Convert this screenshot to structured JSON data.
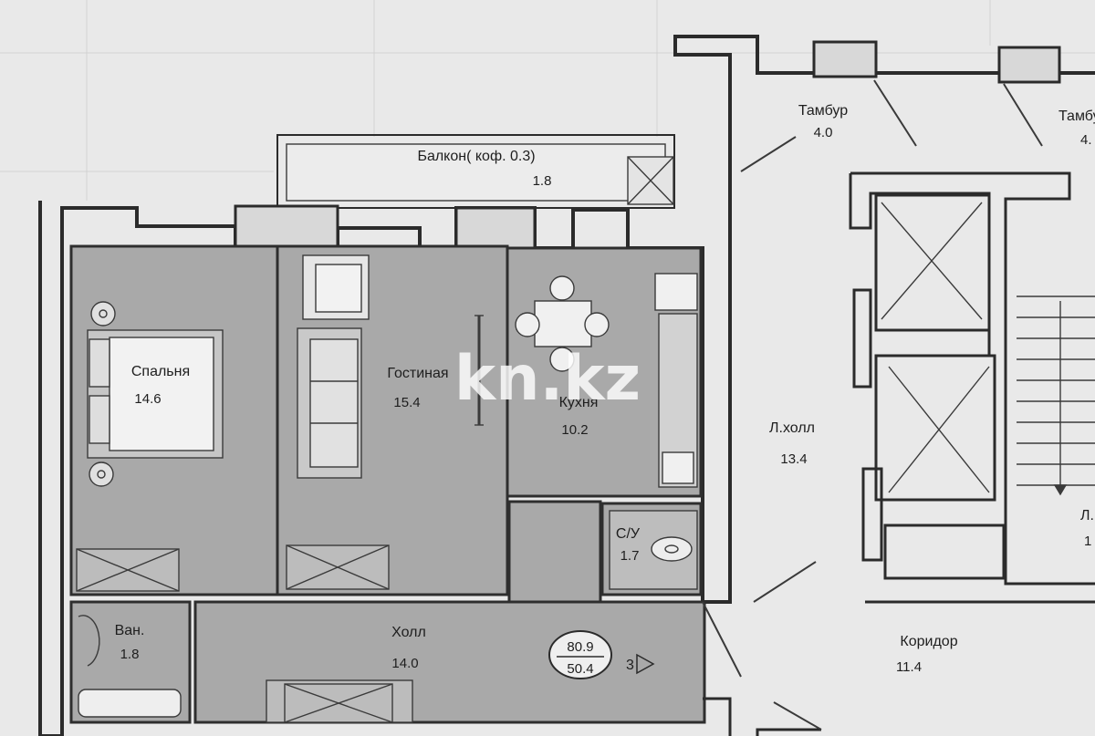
{
  "rooms": {
    "balcony": {
      "name": "Балкон( коф. 0.3)",
      "area": "1.8"
    },
    "bedroom": {
      "name": "Спальня",
      "area": "14.6"
    },
    "living": {
      "name": "Гостиная",
      "area": "15.4"
    },
    "kitchen": {
      "name": "Кухня",
      "area": "10.2"
    },
    "bathroom": {
      "name": "Ван.",
      "area": "1.8"
    },
    "wc": {
      "name": "С/У",
      "area": "1.7"
    },
    "hall": {
      "name": "Холл",
      "area": "14.0"
    },
    "lift_hall": {
      "name": "Л.холл",
      "area": "13.4"
    },
    "vestibule1": {
      "name": "Тамбур",
      "area": "4.0"
    },
    "vestibule2": {
      "name": "Тамбу",
      "area": "4."
    },
    "corridor": {
      "name": "Коридор",
      "area": "11.4"
    },
    "landing": {
      "name": "Л.",
      "area": "1"
    }
  },
  "apartment": {
    "total_area": "80.9",
    "living_area": "50.4",
    "number": "3"
  },
  "watermark": "kn.kz",
  "colors": {
    "room_fill": "#a9a9a9",
    "paper": "#e9e9e9",
    "wall": "#2b2b2b"
  }
}
